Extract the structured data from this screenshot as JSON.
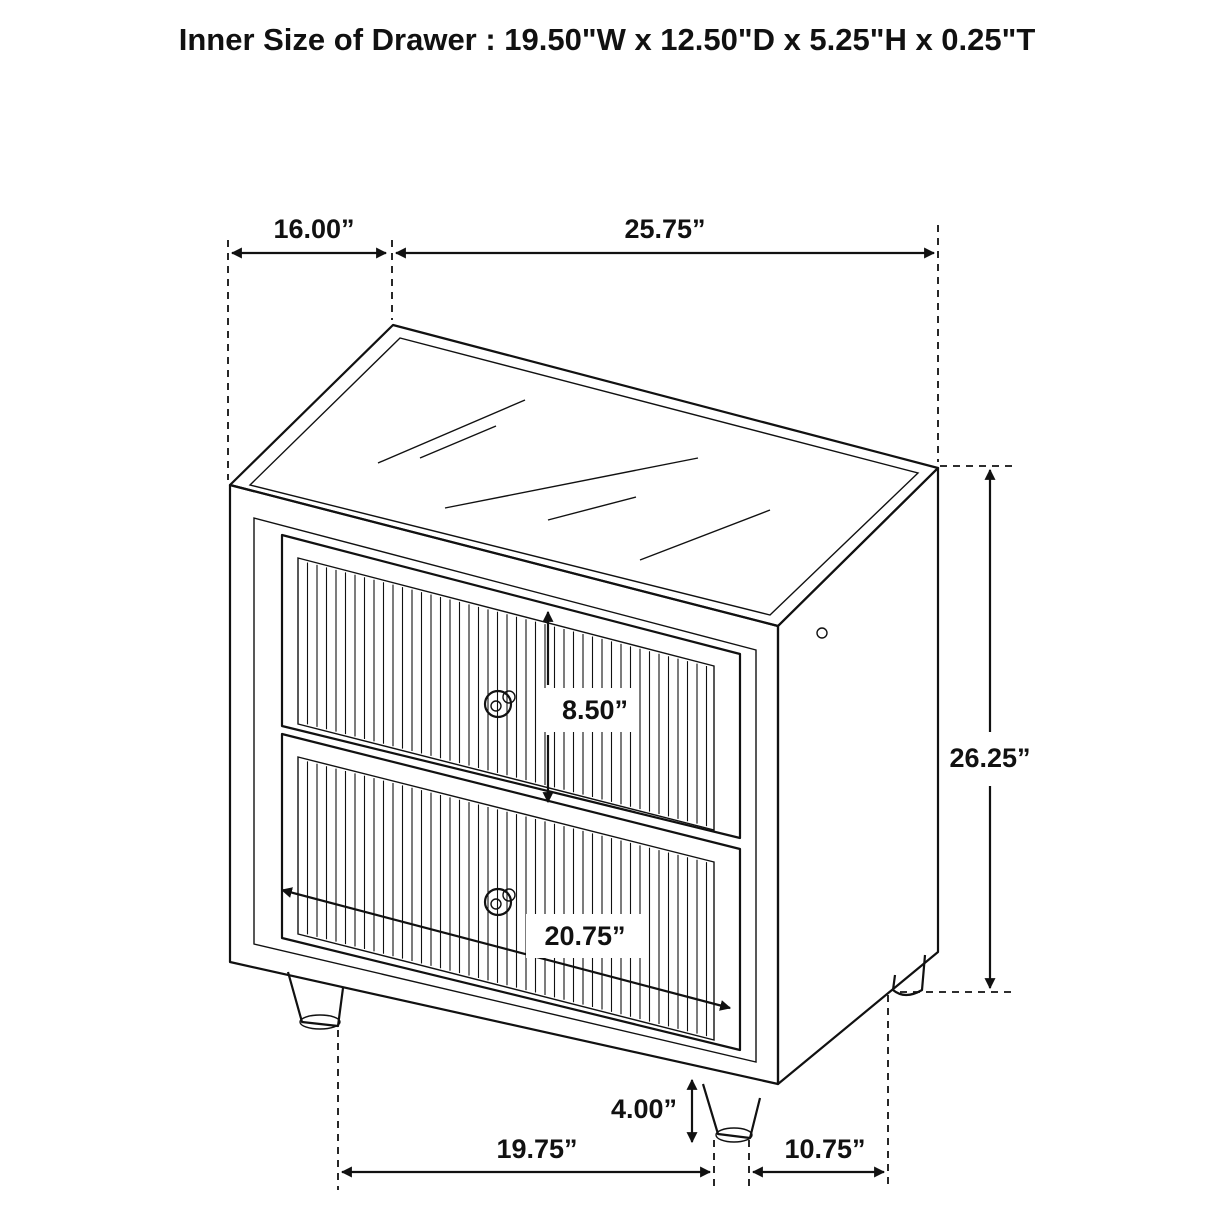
{
  "title": "Inner Size of Drawer : 19.50\"W x 12.50\"D x 5.25\"H x 0.25\"T",
  "dimensions": {
    "depth_top": "16.00”",
    "width_top": "25.75”",
    "height_total": "26.25”",
    "drawer_height": "8.50”",
    "drawer_width": "20.75”",
    "leg_height": "4.00”",
    "bottom_width": "19.75”",
    "bottom_depth": "10.75”"
  }
}
